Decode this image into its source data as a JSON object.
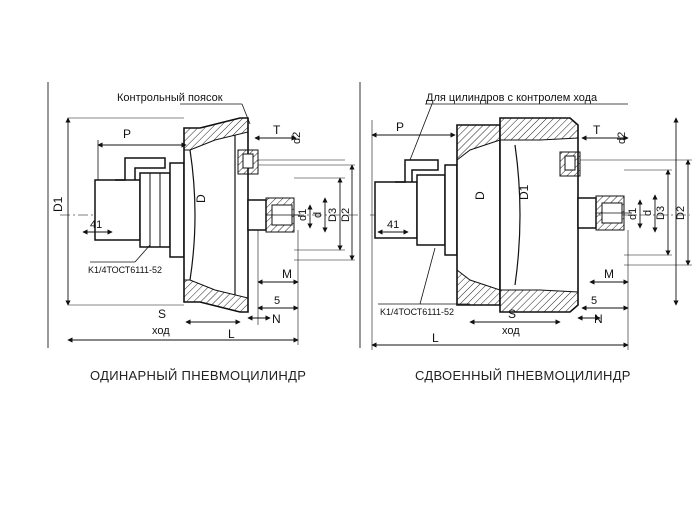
{
  "left_drawing": {
    "callout": "Контрольный поясок",
    "labels": {
      "P": "P",
      "T": "T",
      "d2": "d2",
      "D1": "D1",
      "D": "D",
      "d1": "d1",
      "d": "d",
      "D3": "D3",
      "D2": "D2",
      "size41": "41",
      "thread": "K1/4ТОСТ6111-52",
      "M": "M",
      "S": "S",
      "xod": "ход",
      "five": "5",
      "N": "N",
      "L": "L"
    },
    "caption": "ОДИНАРНЫЙ ПНЕВМОЦИЛИНДР"
  },
  "right_drawing": {
    "callout": "Для цилиндров с контролем хода",
    "labels": {
      "P": "P",
      "T": "T",
      "d2": "d2",
      "D1": "D1",
      "D": "D",
      "d1": "d1",
      "d": "d",
      "D3": "D3",
      "D2": "D2",
      "size41": "41",
      "thread": "K1/4ТОСТ6111-52",
      "M": "M",
      "S": "S",
      "xod": "ход",
      "five": "5",
      "N": "N",
      "L": "L"
    },
    "caption": "СДВОЕННЫЙ ПНЕВМОЦИЛИНДР"
  }
}
